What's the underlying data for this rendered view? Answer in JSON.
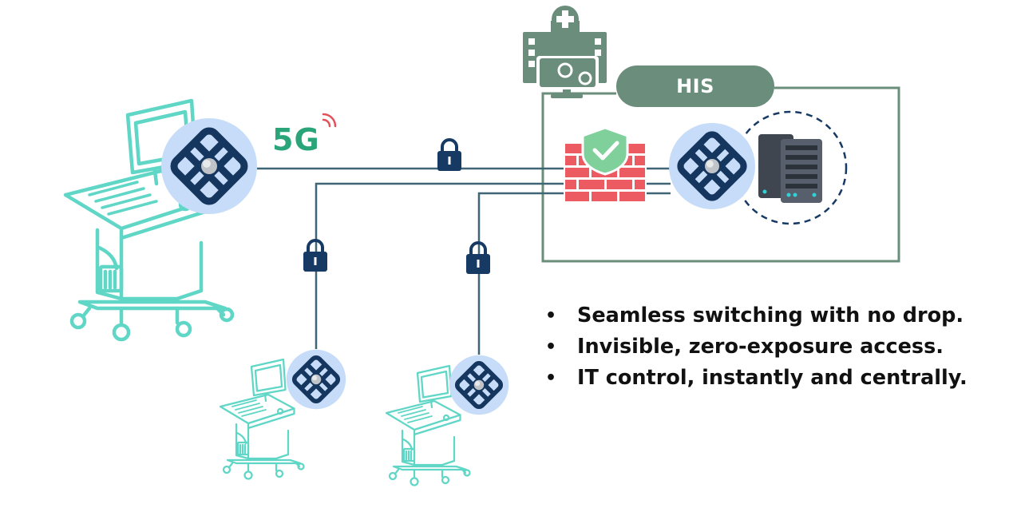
{
  "his": {
    "label": "HIS"
  },
  "wireless": {
    "label": "5G"
  },
  "benefits": [
    "Seamless switching with no drop.",
    "Invisible, zero-exposure access.",
    "IT control, instantly and centrally."
  ],
  "colors": {
    "device_outline": "#5fd6c6",
    "node_fill": "#c6dcf8",
    "node_logo": "#15365e",
    "connection_line": "#3e6675",
    "lock": "#173a64",
    "hospital": "#6b8d7b",
    "firewall": "#ec5a62",
    "shield": "#7fd09a",
    "server": "#3f4650",
    "wireless_text": "#2aa57a",
    "text": "#111111"
  },
  "icons": [
    "ultrasound-cart-icon",
    "network-node-icon",
    "lock-icon",
    "hospital-icon",
    "firewall-icon",
    "shield-check-icon",
    "server-rack-icon",
    "wifi-signal-icon"
  ]
}
